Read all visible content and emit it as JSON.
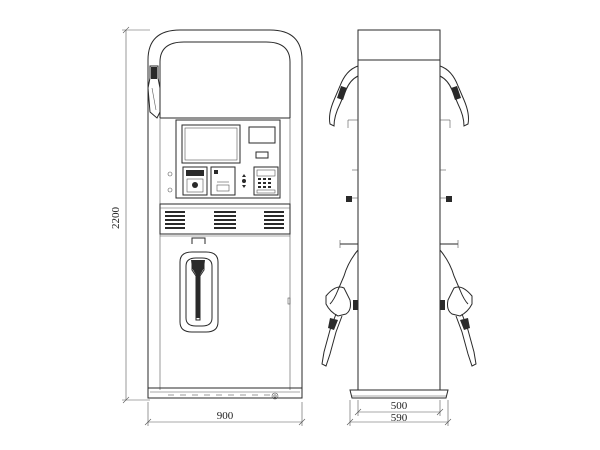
{
  "dimensions": {
    "height_label": "2200",
    "front_width_label": "900",
    "side_inner_width_label": "500",
    "side_outer_width_label": "590"
  },
  "views": [
    "front",
    "side"
  ],
  "icons": {
    "display": "screen-icon",
    "keypad": "keypad-icon",
    "nozzle": "nozzle-icon",
    "vent": "vent-grille-icon"
  }
}
